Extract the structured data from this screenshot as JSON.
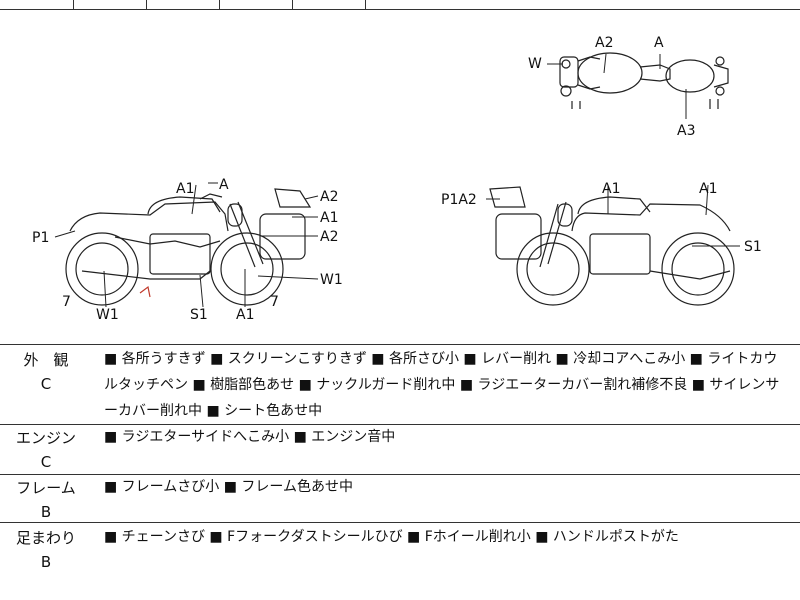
{
  "diagram": {
    "labels_top": {
      "w": "W",
      "a2": "A2",
      "a": "A",
      "a3": "A3"
    },
    "labels_left": {
      "a1_tank": "A1",
      "a_lever": "A",
      "a2_cowl": "A2",
      "a1_cowl": "A1",
      "a2_fork": "A2",
      "p1": "P1",
      "w1_right": "W1",
      "num7_left": "7",
      "w1_bottom": "W1",
      "s1": "S1",
      "a1_bottom": "A1",
      "num7_right": "7"
    },
    "labels_right": {
      "p1a2": "P1A2",
      "a1_tank": "A1",
      "a1_tail": "A1",
      "s1": "S1"
    }
  },
  "conditions": [
    {
      "category": "外　観",
      "grade": "C",
      "items": "■ 各所うすきず ■ スクリーンこすりきず ■ 各所さび小 ■ レバー削れ ■ 冷却コアへこみ小 ■ ライトカウルタッチペン ■ 樹脂部色あせ ■ ナックルガード削れ中 ■ ラジエーターカバー割れ補修不良 ■ サイレンサーカバー削れ中 ■ シート色あせ中"
    },
    {
      "category": "エンジン",
      "grade": "C",
      "items": "■ ラジエターサイドへこみ小 ■ エンジン音中"
    },
    {
      "category": "フレーム",
      "grade": "B",
      "items": "■ フレームさび小 ■ フレーム色あせ中"
    },
    {
      "category": "足まわり",
      "grade": "B",
      "items": "■ チェーンさび ■ Fフォークダストシールひび ■ Fホイール削れ小 ■ ハンドルポストがた"
    }
  ]
}
